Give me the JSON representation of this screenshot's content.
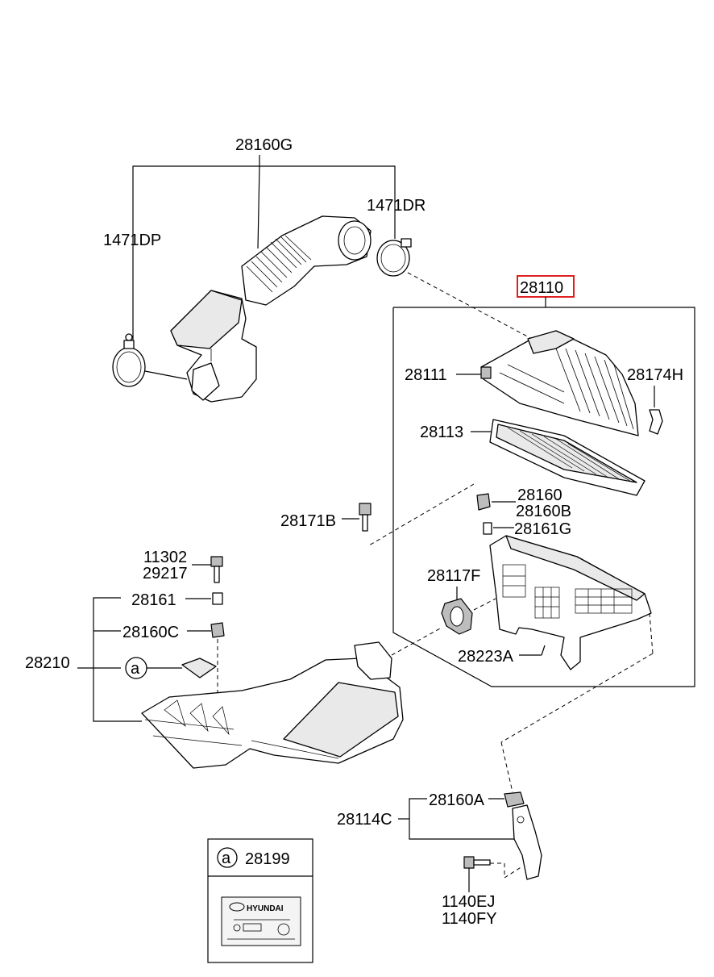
{
  "labels": {
    "hose": "28160G",
    "clamp_left": "1471DP",
    "clamp_right": "1471DR",
    "assembly": "28110",
    "cover": "28111",
    "clip": "28174H",
    "filter": "28113",
    "grommet_a": "28160",
    "grommet_b": "28160B",
    "grommet_c": "28161G",
    "bolt": "28171B",
    "bolt_a": "11302",
    "bolt_b": "29217",
    "grommet_d": "28161",
    "grommet_e": "28160C",
    "duct": "28210",
    "insulator": "28117F",
    "body": "28223A",
    "grommet_f": "28160A",
    "bracket": "28114C",
    "bolt_c": "1140EJ",
    "bolt_d": "1140FY",
    "ref_a": "a",
    "label_part": "28199"
  },
  "decal": {
    "brand": "HYUNDAI"
  },
  "colors": {
    "highlight": "#e02020"
  }
}
